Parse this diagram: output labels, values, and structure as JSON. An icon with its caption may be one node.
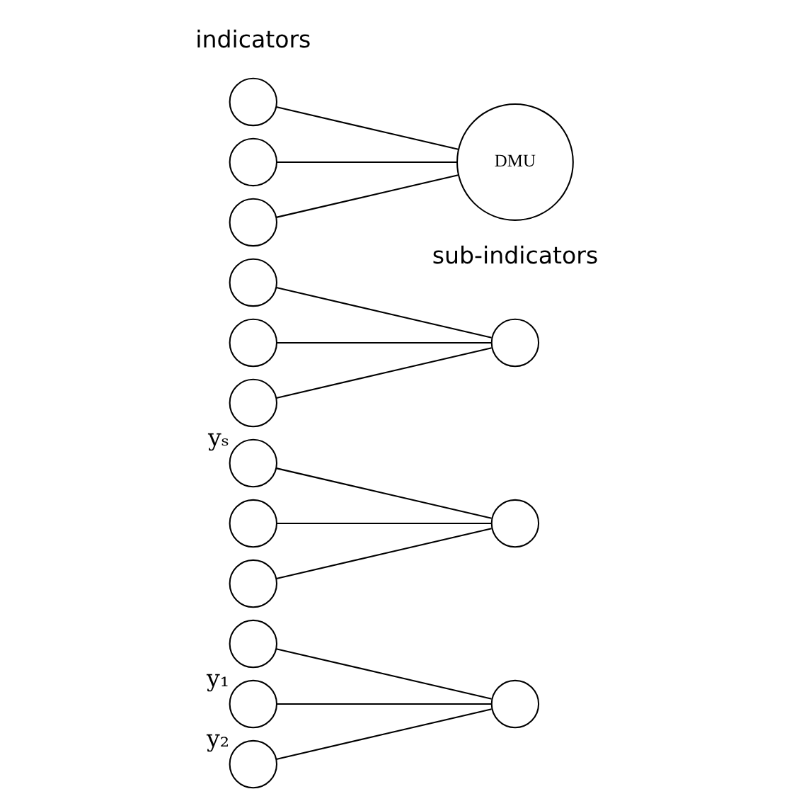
{
  "diagram": {
    "nodes": [
      {
        "text": [],
        "shape": "circle",
        "beside": [
          "y₁"
        ]
      },
      {
        "text": [],
        "shape": "circle",
        "beside": [
          "y₂"
        ]
      },
      {
        "text": [],
        "shape": "circle"
      },
      {
        "text": [],
        "shape": "circle"
      },
      {
        "text": [],
        "shape": "circle"
      },
      {
        "text": [],
        "shape": "circle"
      },
      {
        "text": [],
        "shape": "circle"
      },
      {
        "text": [],
        "shape": "circle"
      },
      {
        "text": [],
        "shape": "circle"
      },
      {
        "text": [],
        "shape": "circle"
      },
      {
        "text": [],
        "shape": "circle",
        "beside": [
          "yₛ"
        ]
      },
      {
        "text": [],
        "shape": "circle"
      },
      {
        "text": [],
        "shape": "circle"
      },
      {
        "text": [],
        "shape": "circle"
      },
      {
        "text": [],
        "shape": "circle"
      },
      {
        "text": [
          "DMU"
        ]
      }
    ],
    "edges": [
      {
        "from": 0,
        "to": 3,
        "arrow": "none"
      },
      {
        "from": 1,
        "to": 3,
        "arrow": "none"
      },
      {
        "from": 2,
        "to": 3,
        "arrow": "none"
      },
      {
        "from": 4,
        "to": 7,
        "arrow": "none"
      },
      {
        "from": 5,
        "to": 7,
        "arrow": "none"
      },
      {
        "from": 6,
        "to": 7,
        "arrow": "none"
      },
      {
        "from": 8,
        "to": 11,
        "arrow": "none"
      },
      {
        "from": 9,
        "to": 11,
        "arrow": "none"
      },
      {
        "from": 10,
        "to": 11,
        "arrow": "none"
      },
      {
        "from": 12,
        "to": 15,
        "arrow": "none"
      },
      {
        "from": 13,
        "to": 15,
        "arrow": "none"
      },
      {
        "from": 14,
        "to": 15,
        "arrow": "none"
      }
    ],
    "labels": [
      "indicators",
      "sub-indicators"
    ]
  }
}
